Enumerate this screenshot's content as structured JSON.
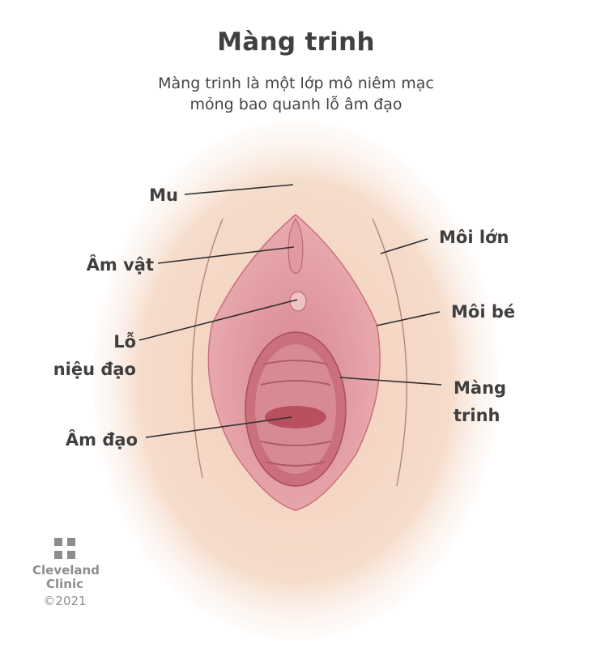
{
  "header": {
    "title": "Màng trinh",
    "subtitle_line1": "Màng trinh là một lớp mô niêm mạc",
    "subtitle_line2": "mỏng bao quanh lỗ âm đạo"
  },
  "labels": {
    "mons": "Mu",
    "clitoris": "Âm vật",
    "urethral_opening_line1": "Lỗ",
    "urethral_opening_line2": "niệu đạo",
    "vaginal_opening": "Âm đạo",
    "labia_majora": "Môi lớn",
    "labia_minora": "Môi bé",
    "hymen_line1": "Màng",
    "hymen_line2": "trinh"
  },
  "branding": {
    "name_line1": "Cleveland",
    "name_line2": "Clinic",
    "copyright": "©2021"
  },
  "colors": {
    "text": "#404040",
    "skin": "#f6dccb",
    "tissue": "#e8a3a8",
    "tissue_dark": "#c9707c",
    "logo_gray": "#8d8d8d"
  }
}
